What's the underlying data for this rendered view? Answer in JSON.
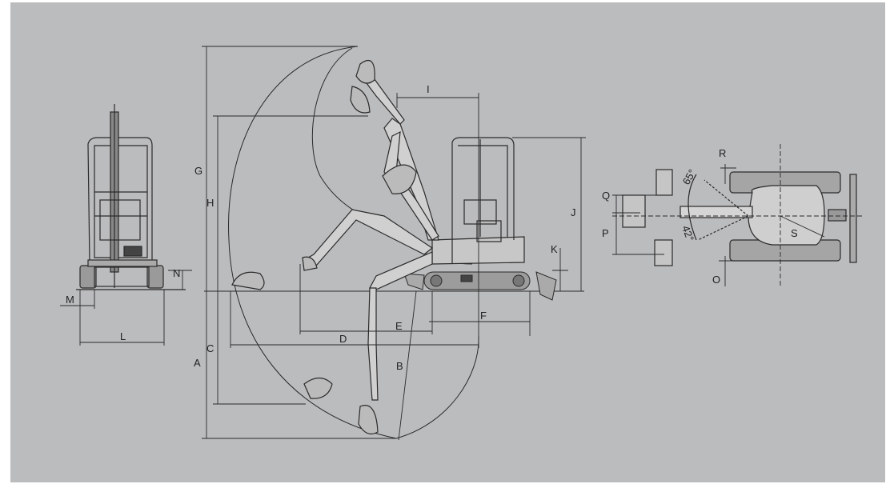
{
  "colors": {
    "panel": "#bbbcbe",
    "line": "#2a2a2a",
    "dim": "#3a3a3a"
  },
  "labels": {
    "A": "A",
    "B": "B",
    "C": "C",
    "D": "D",
    "E": "E",
    "F": "F",
    "G": "G",
    "H": "H",
    "I": "I",
    "J": "J",
    "K": "K",
    "L": "L",
    "M": "M",
    "N": "N",
    "O": "O",
    "P": "P",
    "Q": "Q",
    "R": "R",
    "S": "S"
  },
  "angles": {
    "upper": "65°",
    "lower": "42°"
  }
}
